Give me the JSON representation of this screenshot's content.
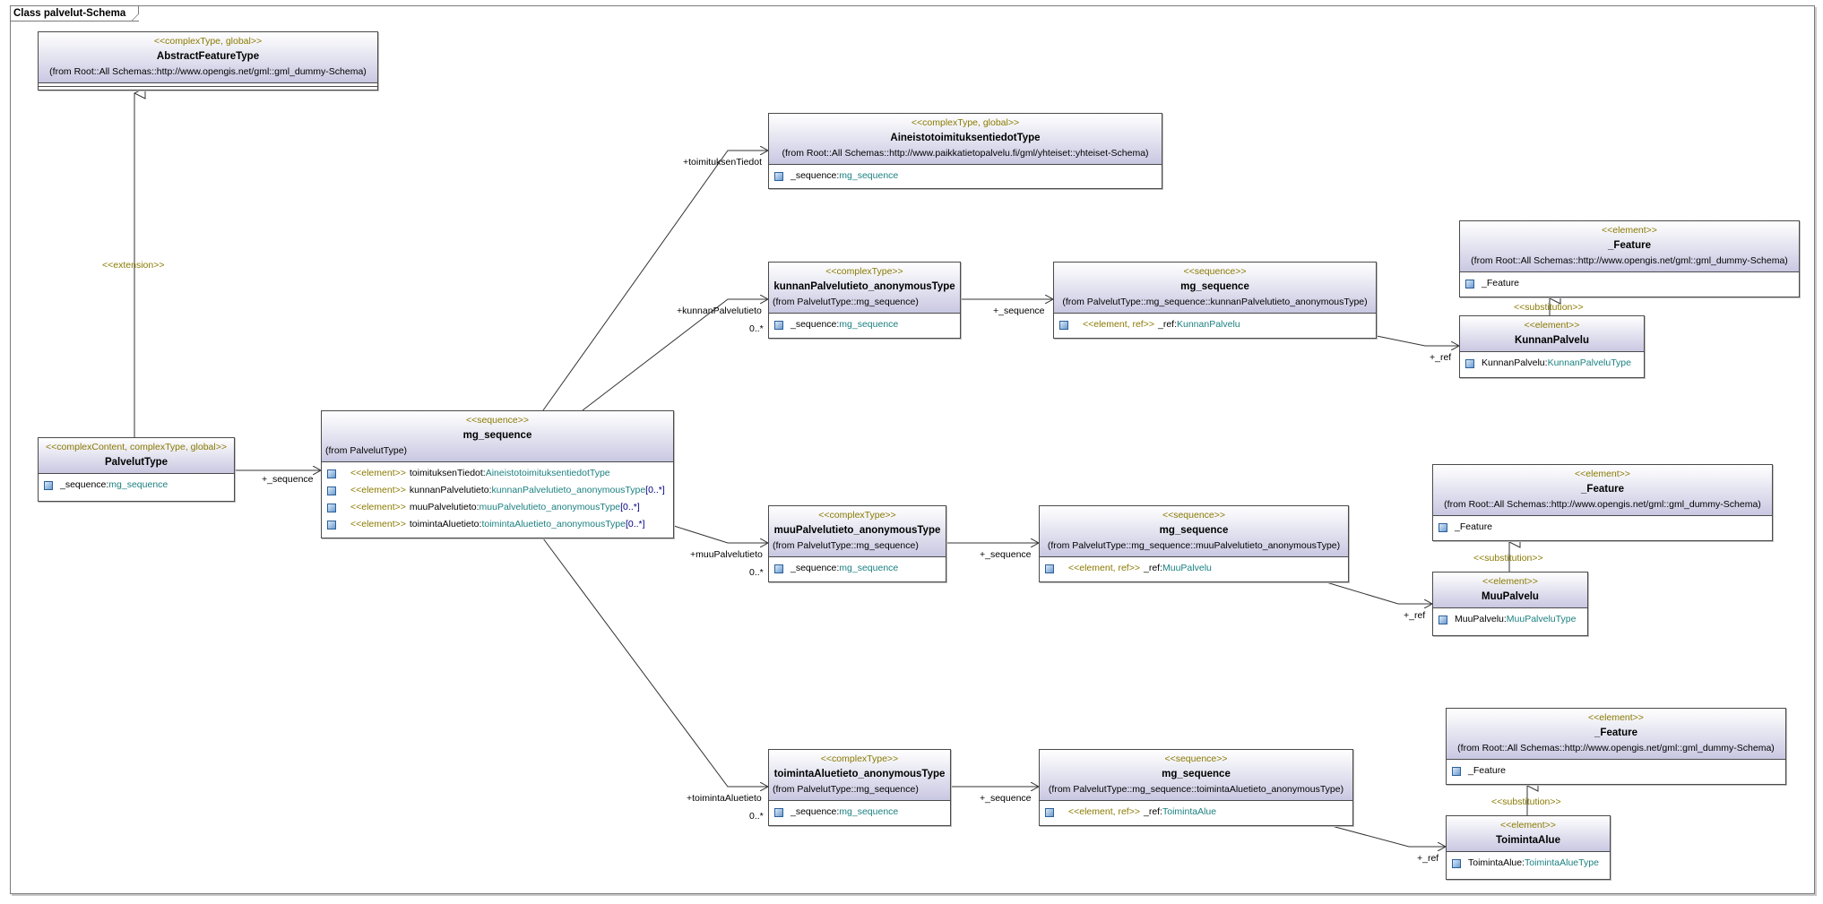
{
  "diagram": {
    "title": "Class palvelut-Schema"
  },
  "classes": {
    "abstract_feature_type": {
      "stereotype": "<<complexType, global>>",
      "name": "AbstractFeatureType",
      "from": "(from Root::All Schemas::http://www.opengis.net/gml::gml_dummy-Schema)"
    },
    "palvelut_type": {
      "stereotype": "<<complexContent, complexType, global>>",
      "name": "PalvelutType",
      "attrs": [
        {
          "name": "_sequence:",
          "type": "mg_sequence"
        }
      ]
    },
    "mg_sequence_main": {
      "stereotype": "<<sequence>>",
      "name": "mg_sequence",
      "from": "(from PalvelutType)",
      "attrs": [
        {
          "stereo": "<<element>>",
          "name": "toimituksenTiedot:",
          "type": "AineistotoimituksentiedotType",
          "mult": ""
        },
        {
          "stereo": "<<element>>",
          "name": "kunnanPalvelutieto:",
          "type": "kunnanPalvelutieto_anonymousType",
          "mult": "[0..*]"
        },
        {
          "stereo": "<<element>>",
          "name": "muuPalvelutieto:",
          "type": "muuPalvelutieto_anonymousType",
          "mult": "[0..*]"
        },
        {
          "stereo": "<<element>>",
          "name": "toimintaAluetieto:",
          "type": "toimintaAluetieto_anonymousType",
          "mult": "[0..*]"
        }
      ]
    },
    "aineisto_type": {
      "stereotype": "<<complexType, global>>",
      "name": "AineistotoimituksentiedotType",
      "from": "(from Root::All Schemas::http://www.paikkatietopalvelu.fi/gml/yhteiset::yhteiset-Schema)",
      "attrs": [
        {
          "name": "_sequence:",
          "type": "mg_sequence"
        }
      ]
    },
    "kunnan_anon": {
      "stereotype": "<<complexType>>",
      "name": "kunnanPalvelutieto_anonymousType",
      "from": "(from PalvelutType::mg_sequence)",
      "attrs": [
        {
          "name": "_sequence:",
          "type": "mg_sequence"
        }
      ]
    },
    "kunnan_seq": {
      "stereotype": "<<sequence>>",
      "name": "mg_sequence",
      "from": "(from PalvelutType::mg_sequence::kunnanPalvelutieto_anonymousType)",
      "attrs": [
        {
          "stereo": "<<element, ref>>",
          "name": "_ref:",
          "type": "KunnanPalvelu"
        }
      ]
    },
    "feature_1": {
      "stereotype": "<<element>>",
      "name": "_Feature",
      "from": "(from Root::All Schemas::http://www.opengis.net/gml::gml_dummy-Schema)",
      "attrs": [
        {
          "name": "_Feature",
          "type": ""
        }
      ]
    },
    "kunnan_palvelu": {
      "stereotype": "<<element>>",
      "name": "KunnanPalvelu",
      "attrs": [
        {
          "name": "KunnanPalvelu:",
          "type": "KunnanPalveluType"
        }
      ]
    },
    "muu_anon": {
      "stereotype": "<<complexType>>",
      "name": "muuPalvelutieto_anonymousType",
      "from": "(from PalvelutType::mg_sequence)",
      "attrs": [
        {
          "name": "_sequence:",
          "type": "mg_sequence"
        }
      ]
    },
    "muu_seq": {
      "stereotype": "<<sequence>>",
      "name": "mg_sequence",
      "from": "(from PalvelutType::mg_sequence::muuPalvelutieto_anonymousType)",
      "attrs": [
        {
          "stereo": "<<element, ref>>",
          "name": "_ref:",
          "type": "MuuPalvelu"
        }
      ]
    },
    "feature_2": {
      "stereotype": "<<element>>",
      "name": "_Feature",
      "from": "(from Root::All Schemas::http://www.opengis.net/gml::gml_dummy-Schema)",
      "attrs": [
        {
          "name": "_Feature",
          "type": ""
        }
      ]
    },
    "muu_palvelu": {
      "stereotype": "<<element>>",
      "name": "MuuPalvelu",
      "attrs": [
        {
          "name": "MuuPalvelu:",
          "type": "MuuPalveluType"
        }
      ]
    },
    "toiminta_anon": {
      "stereotype": "<<complexType>>",
      "name": "toimintaAluetieto_anonymousType",
      "from": "(from PalvelutType::mg_sequence)",
      "attrs": [
        {
          "name": "_sequence:",
          "type": "mg_sequence"
        }
      ]
    },
    "toiminta_seq": {
      "stereotype": "<<sequence>>",
      "name": "mg_sequence",
      "from": "(from PalvelutType::mg_sequence::toimintaAluetieto_anonymousType)",
      "attrs": [
        {
          "stereo": "<<element, ref>>",
          "name": "_ref:",
          "type": "ToimintaAlue"
        }
      ]
    },
    "feature_3": {
      "stereotype": "<<element>>",
      "name": "_Feature",
      "from": "(from Root::All Schemas::http://www.opengis.net/gml::gml_dummy-Schema)",
      "attrs": [
        {
          "name": "_Feature",
          "type": ""
        }
      ]
    },
    "toiminta_alue": {
      "stereotype": "<<element>>",
      "name": "ToimintaAlue",
      "attrs": [
        {
          "name": "ToimintaAlue:",
          "type": "ToimintaAlueType"
        }
      ]
    }
  },
  "labels": {
    "extension": "<<extension>>",
    "sequence": "+_sequence",
    "toimituksen": "+toimituksenTiedot",
    "kunnan": "+kunnanPalvelutieto",
    "muu": "+muuPalvelutieto",
    "toiminta": "+toimintaAluetieto",
    "mult": "0..*",
    "ref": "+_ref",
    "substitution": "<<substitution>>"
  }
}
